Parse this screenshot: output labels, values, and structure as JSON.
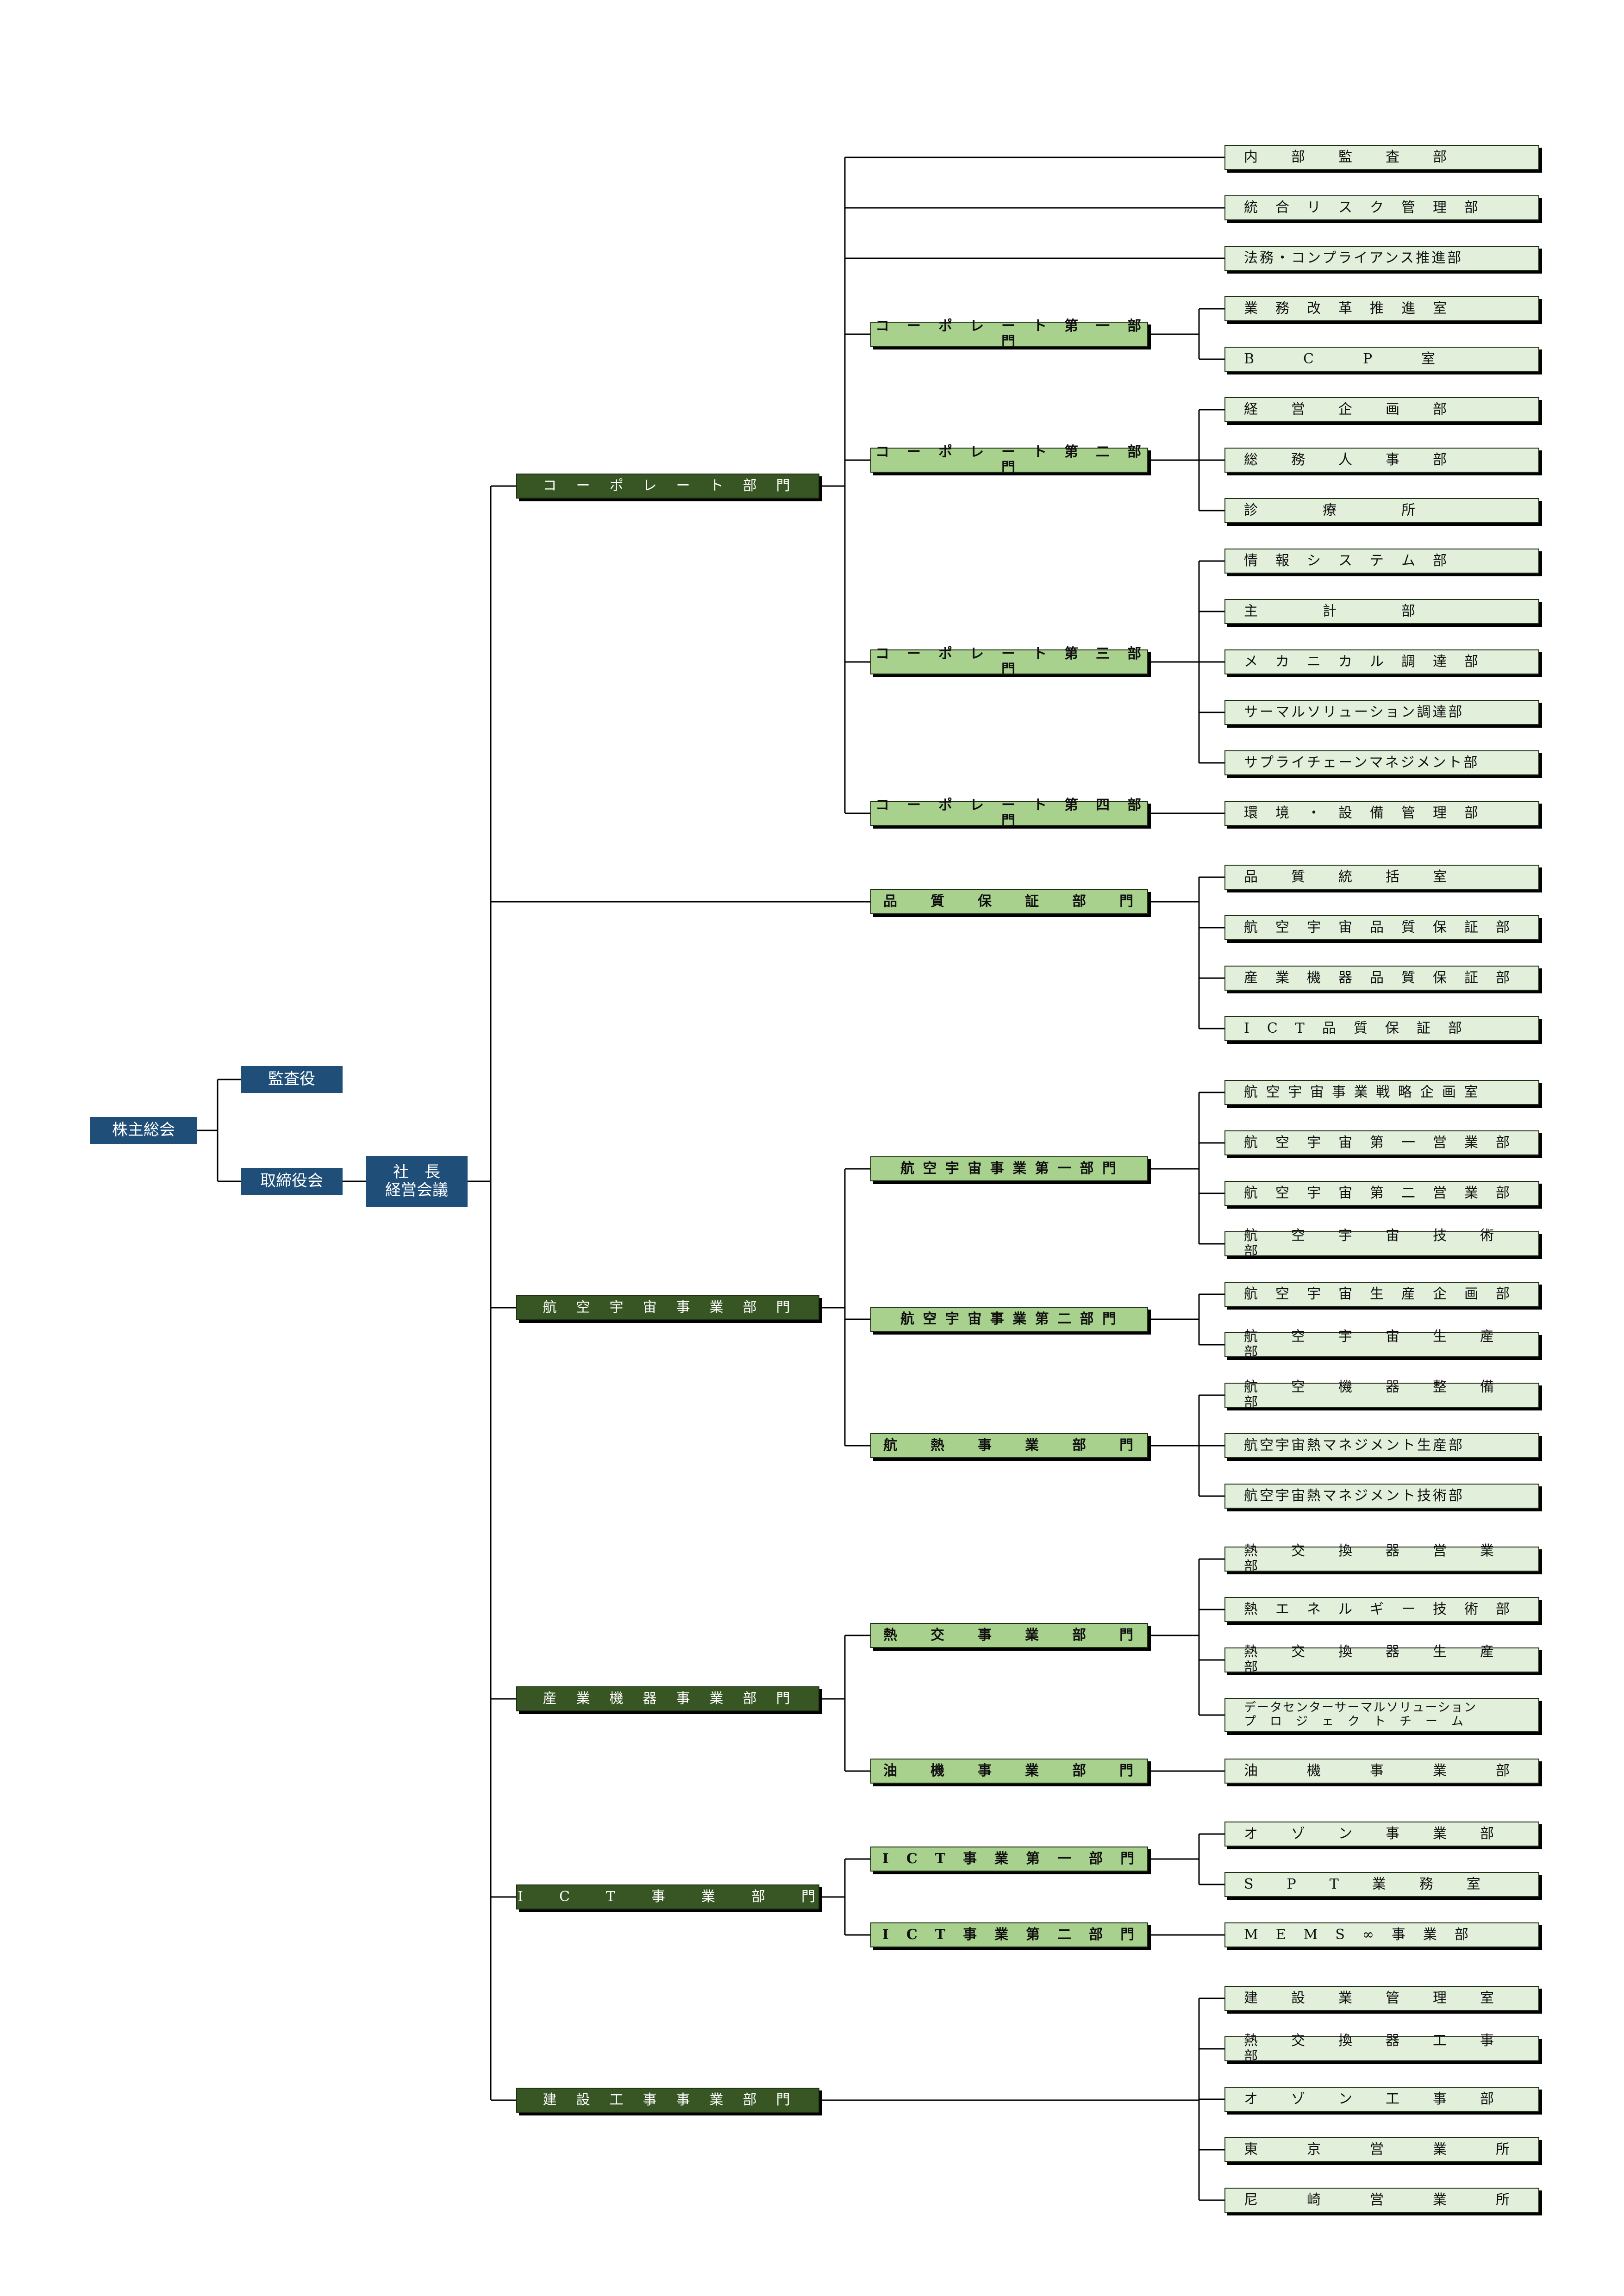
{
  "top": {
    "shareholders": "株主総会",
    "auditors": "監査役",
    "board": "取締役会",
    "president": "社　長\n経営会議"
  },
  "divisions": [
    {
      "label": "コ　ー　ポ　レ　ー　ト　部　門",
      "direct_depts": [
        "内　　部　　監　　査　　部",
        "統　合　リ　ス　ク　管　理　部",
        "法務・コンプライアンス推進部"
      ],
      "subs": [
        {
          "label": "コ　ー　ポ　レ　ー　ト　第　一　部　門",
          "depts": [
            "業　務　改　革　推　進　室",
            "B　　　C　　　P　　　室"
          ]
        },
        {
          "label": "コ　ー　ポ　レ　ー　ト　第　二　部　門",
          "depts": [
            "経　　営　　企　　画　　部",
            "総　　務　　人　　事　　部",
            "診　　　　療　　　　所"
          ]
        },
        {
          "label": "コ　ー　ポ　レ　ー　ト　第　三　部　門",
          "depts": [
            "情　報　シ　ス　テ　ム　部",
            "主　　　　計　　　　部",
            "メ　カ　ニ　カ　ル　調　達　部",
            "サーマルソリューション調達部",
            "サプライチェーンマネジメント部"
          ]
        },
        {
          "label": "コ　ー　ポ　レ　ー　ト　第　四　部　門",
          "depts": [
            "環　境　・　設　備　管　理　部"
          ]
        }
      ]
    },
    {
      "label": "",
      "direct_depts": [],
      "subs": [
        {
          "label": "品　　質　　保　　証　　部　　門",
          "depts": [
            "品　　質　　統　　括　　室",
            "航　空　宇　宙　品　質　保　証　部",
            "産　業　機　器　品　質　保　証　部",
            "I　C　T　品　質　保　証　部"
          ]
        }
      ]
    },
    {
      "label": "航　空　宇　宙　事　業　部　門",
      "direct_depts": [],
      "subs": [
        {
          "label": "航 空 宇 宙 事 業 第 一 部 門",
          "depts": [
            "航 空 宇 宙 事 業 戦 略 企 画 室",
            "航　空　宇　宙　第　一　営　業　部",
            "航　空　宇　宙　第　二　営　業　部",
            "航　　空　　宇　　宙　　技　　術　　部"
          ]
        },
        {
          "label": "航 空 宇 宙 事 業 第 二 部 門",
          "depts": [
            "航　空　宇　宙　生　産　企　画　部",
            "航　　空　　宇　　宙　　生　　産　　部"
          ]
        },
        {
          "label": "航　　熱　　事　　業　　部　　門",
          "depts": [
            "航　　空　　機　　器　　整　　備　　部",
            "航空宇宙熱マネジメント生産部",
            "航空宇宙熱マネジメント技術部"
          ]
        }
      ]
    },
    {
      "label": "産　業　機　器　事　業　部　門",
      "direct_depts": [],
      "subs": [
        {
          "label": "熱　　交　　事　　業　　部　　門",
          "depts": [
            "熱　　交　　換　　器　　営　　業　　部",
            "熱　エ　ネ　ル　ギ　ー　技　術　部",
            "熱　　交　　換　　器　　生　　産　　部",
            "データセンターサーマルソリューション\nプ　ロ　ジ　ェ　ク　ト　チ　ー　ム"
          ]
        },
        {
          "label": "油　　機　　事　　業　　部　　門",
          "depts": [
            "油　　　機　　　事　　　業　　　部"
          ]
        }
      ]
    },
    {
      "label": "I　　C　　T　　事　　業　　部　　門",
      "direct_depts": [],
      "subs": [
        {
          "label": "I　C　T　事　業　第　一　部　門",
          "depts": [
            "オ　　ゾ　　ン　　事　　業　　部",
            "S　　P　　T　　業　　務　　室"
          ]
        },
        {
          "label": "I　C　T　事　業　第　二　部　門",
          "depts": [
            "M　E　M　S　∞　事　業　部"
          ]
        }
      ]
    },
    {
      "label": "建　設　工　事　事　業　部　門",
      "direct_depts": [
        "建　　設　　業　　管　　理　　室",
        "熱　　交　　換　　器　　工　　事　　部",
        "オ　　ゾ　　ン　　工　　事　　部",
        "東　　　京　　　営　　　業　　　所",
        "尼　　　崎　　　営　　　業　　　所"
      ],
      "subs": []
    }
  ],
  "colors": {
    "top_box": "#1f4e79",
    "division_box": "#375623",
    "sub_box": "#a9d18e",
    "dept_box": "#e2efda",
    "line": "#000000"
  }
}
